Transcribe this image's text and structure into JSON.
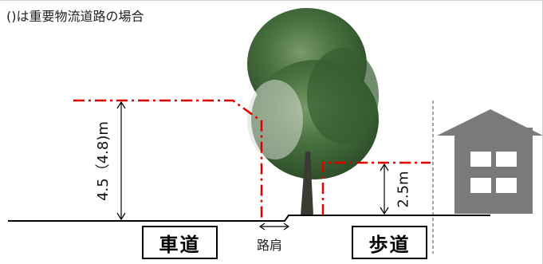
{
  "note": "()は重要物流道路の場合",
  "labels": {
    "roadway": "車道",
    "shoulder": "路肩",
    "sidewalk": "歩道"
  },
  "dimensions": {
    "roadway_clearance": "4.5（4.8)m",
    "sidewalk_clearance": "2.5m"
  },
  "colors": {
    "clearance_line": "#e00000",
    "ground": "#000000",
    "tree_foliage": "#3f6b33",
    "house": "#7a7a7a"
  }
}
